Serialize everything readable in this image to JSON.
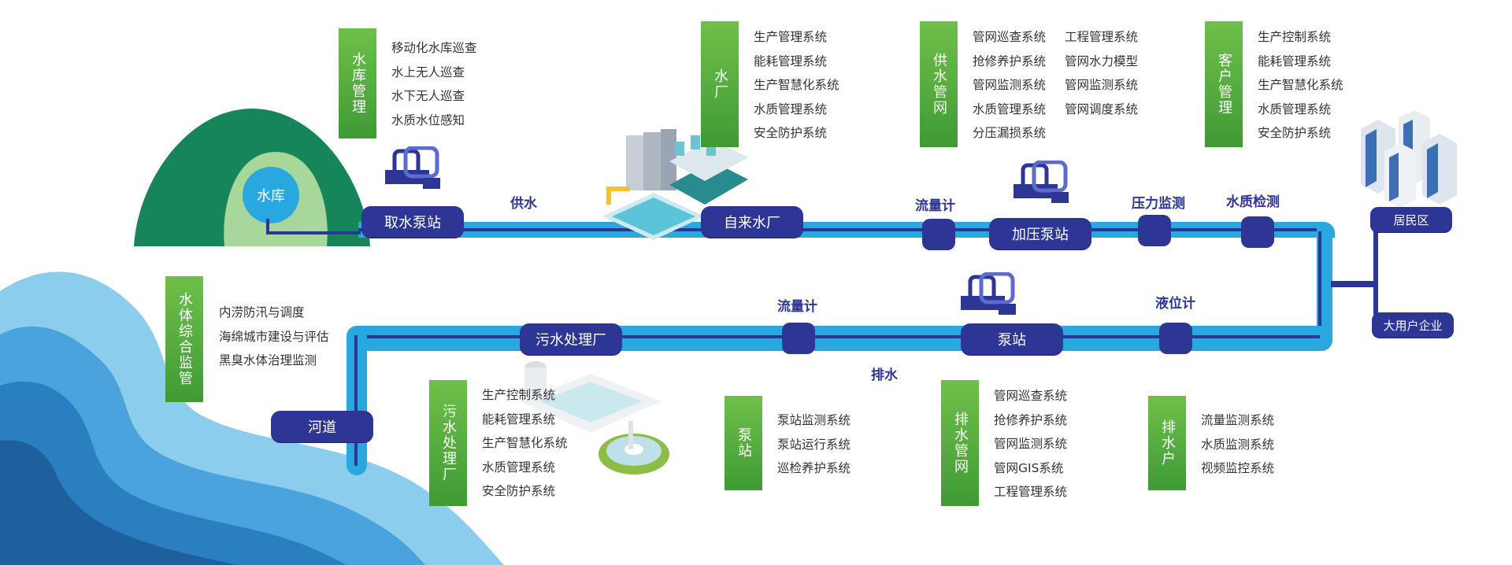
{
  "nodes": {
    "reservoir": "水库",
    "intake_pump": "取水泵站",
    "water_plant": "自来水厂",
    "booster_pump": "加压泵站",
    "residential": "居民区",
    "big_user": "大用户企业",
    "sewage_plant": "污水处理厂",
    "pump_station": "泵站",
    "river": "河道"
  },
  "labels": {
    "supply": "供水",
    "flow_meter_top": "流量计",
    "pressure": "压力监测",
    "quality": "水质检测",
    "flow_meter_bottom": "流量计",
    "level_meter": "液位计",
    "drainage": "排水"
  },
  "panels": [
    {
      "key": "reservoir_mgmt",
      "tag": "水库管理",
      "items": [
        "移动化水库巡查",
        "水上无人巡查",
        "水下无人巡查",
        "水质水位感知"
      ]
    },
    {
      "key": "water_plant",
      "tag": "水厂",
      "items": [
        "生产管理系统",
        "能耗管理系统",
        "生产智慧化系统",
        "水质管理系统",
        "安全防护系统"
      ]
    },
    {
      "key": "supply_network",
      "tag": "供水管网",
      "items": [
        "管网巡查系统",
        "抢修养护系统",
        "管网监测系统",
        "水质管理系统",
        "分压漏损系统"
      ],
      "items2": [
        "工程管理系统",
        "管网水力模型",
        "管网监测系统",
        "管网调度系统"
      ]
    },
    {
      "key": "customer_mgmt",
      "tag": "客户管理",
      "items": [
        "生产控制系统",
        "能耗管理系统",
        "生产智慧化系统",
        "水质管理系统",
        "安全防护系统"
      ]
    },
    {
      "key": "water_body",
      "tag": "水体综合监管",
      "items": [
        "内涝防汛与调度",
        "海绵城市建设与评估",
        "黑臭水体治理监测"
      ]
    },
    {
      "key": "sewage_plant",
      "tag": "污水处理厂",
      "items": [
        "生产控制系统",
        "能耗管理系统",
        "生产智慧化系统",
        "水质管理系统",
        "安全防护系统"
      ]
    },
    {
      "key": "pump_station",
      "tag": "泵站",
      "items": [
        "泵站监测系统",
        "泵站运行系统",
        "巡检养护系统"
      ]
    },
    {
      "key": "drain_network",
      "tag": "排水管网",
      "items": [
        "管网巡查系统",
        "抢修养护系统",
        "管网监测系统",
        "管网GIS系统",
        "工程管理系统"
      ]
    },
    {
      "key": "drain_user",
      "tag": "排水户",
      "items": [
        "流量监测系统",
        "水质监测系统",
        "视频监控系统"
      ]
    }
  ],
  "icons": [
    "reservoir-hill-icon",
    "pump-icon",
    "water-plant-icon",
    "buildings-icon",
    "sewage-plant-icon",
    "wave-icon"
  ],
  "colors": {
    "pipe": "#29a8e0",
    "node": "#2d3595",
    "tag": "#4fab3c",
    "hill": "#1a8a56"
  }
}
